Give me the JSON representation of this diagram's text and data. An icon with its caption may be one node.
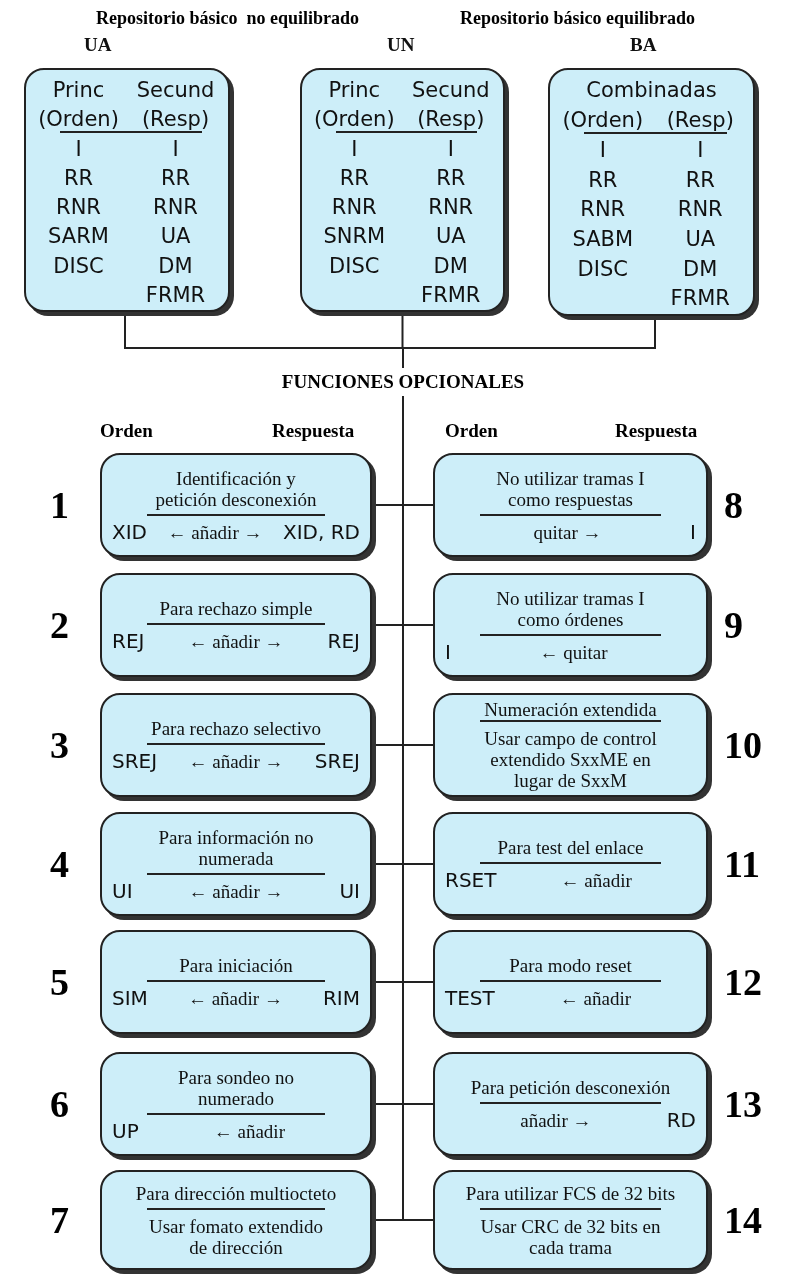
{
  "diagram": {
    "nodes": [
      {
        "text": [
          "UA",
          "Princ",
          "Secund",
          "(Orden)",
          "(Resp)",
          "I",
          "I",
          "RR",
          "RR",
          "RNR",
          "RNR",
          "SARM",
          "UA",
          "DISC",
          "DM",
          "FRMR"
        ]
      },
      {
        "text": [
          "UN",
          "Princ",
          "Secund",
          "(Orden)",
          "(Resp)",
          "I",
          "I",
          "RR",
          "RR",
          "RNR",
          "RNR",
          "SNRM",
          "UA",
          "DISC",
          "DM",
          "FRMR"
        ]
      },
      {
        "text": [
          "BA",
          "Combinadas",
          "(Orden)",
          "(Resp)",
          "I",
          "I",
          "RR",
          "RR",
          "RNR",
          "RNR",
          "SABM",
          "UA",
          "DISC",
          "DM",
          "FRMR"
        ]
      },
      {
        "text": [
          "FUNCIONES OPCIONALES"
        ]
      },
      {
        "text": [
          "Identificación y petición desconexión",
          "XID",
          "← añadir →",
          "XID, RD"
        ],
        "beside": [
          "1"
        ]
      },
      {
        "text": [
          "Para rechazo simple",
          "REJ",
          "← añadir →",
          "REJ"
        ],
        "beside": [
          "2"
        ]
      },
      {
        "text": [
          "Para rechazo selectivo",
          "SREJ",
          "← añadir →",
          "SREJ"
        ],
        "beside": [
          "3"
        ]
      },
      {
        "text": [
          "Para información no numerada",
          "UI",
          "← añadir →",
          "UI"
        ],
        "beside": [
          "4"
        ]
      },
      {
        "text": [
          "Para iniciación",
          "SIM",
          "← añadir →",
          "RIM"
        ],
        "beside": [
          "5"
        ]
      },
      {
        "text": [
          "Para sondeo no numerado",
          "UP",
          "← añadir"
        ],
        "beside": [
          "6"
        ]
      },
      {
        "text": [
          "Para dirección multiocteto",
          "Usar fomato extendido de dirección"
        ],
        "beside": [
          "7"
        ]
      },
      {
        "text": [
          "No utilizar tramas I como respuestas",
          "quitar →",
          "I"
        ],
        "beside": [
          "8"
        ]
      },
      {
        "text": [
          "No utilizar tramas I como órdenes",
          "I",
          "← quitar"
        ],
        "beside": [
          "9"
        ]
      },
      {
        "text": [
          "Numeración extendida",
          "Usar campo de control extendido SxxME en lugar de SxxM"
        ],
        "beside": [
          "10"
        ]
      },
      {
        "text": [
          "Para test del enlace",
          "RSET",
          "← añadir"
        ],
        "beside": [
          "11"
        ]
      },
      {
        "text": [
          "Para modo reset",
          "TEST",
          "← añadir"
        ],
        "beside": [
          "12"
        ]
      },
      {
        "text": [
          "Para petición desconexión",
          "añadir →",
          "RD"
        ],
        "beside": [
          "13"
        ]
      },
      {
        "text": [
          "Para utilizar FCS de 32 bits",
          "Usar CRC de 32 bits en cada trama"
        ],
        "beside": [
          "14"
        ]
      }
    ],
    "edges": [
      {
        "from": 0,
        "to": 3,
        "arrow": "none"
      },
      {
        "from": 1,
        "to": 3,
        "arrow": "none"
      },
      {
        "from": 2,
        "to": 3,
        "arrow": "none"
      },
      {
        "from": 3,
        "to": 4,
        "arrow": "none"
      },
      {
        "from": 3,
        "to": 5,
        "arrow": "none"
      },
      {
        "from": 3,
        "to": 6,
        "arrow": "none"
      },
      {
        "from": 3,
        "to": 7,
        "arrow": "none"
      },
      {
        "from": 3,
        "to": 8,
        "arrow": "none"
      },
      {
        "from": 3,
        "to": 9,
        "arrow": "none"
      },
      {
        "from": 3,
        "to": 10,
        "arrow": "none"
      },
      {
        "from": 3,
        "to": 11,
        "arrow": "none"
      },
      {
        "from": 3,
        "to": 12,
        "arrow": "none"
      },
      {
        "from": 3,
        "to": 13,
        "arrow": "none"
      },
      {
        "from": 3,
        "to": 14,
        "arrow": "none"
      },
      {
        "from": 3,
        "to": 15,
        "arrow": "none"
      },
      {
        "from": 3,
        "to": 16,
        "arrow": "none"
      },
      {
        "from": 3,
        "to": 17,
        "arrow": "none"
      }
    ],
    "labels": [
      "Repositorio básico  no equilibrado",
      "Repositorio básico equilibrado",
      "Orden",
      "Respuesta",
      "Orden",
      "Respuesta"
    ]
  }
}
